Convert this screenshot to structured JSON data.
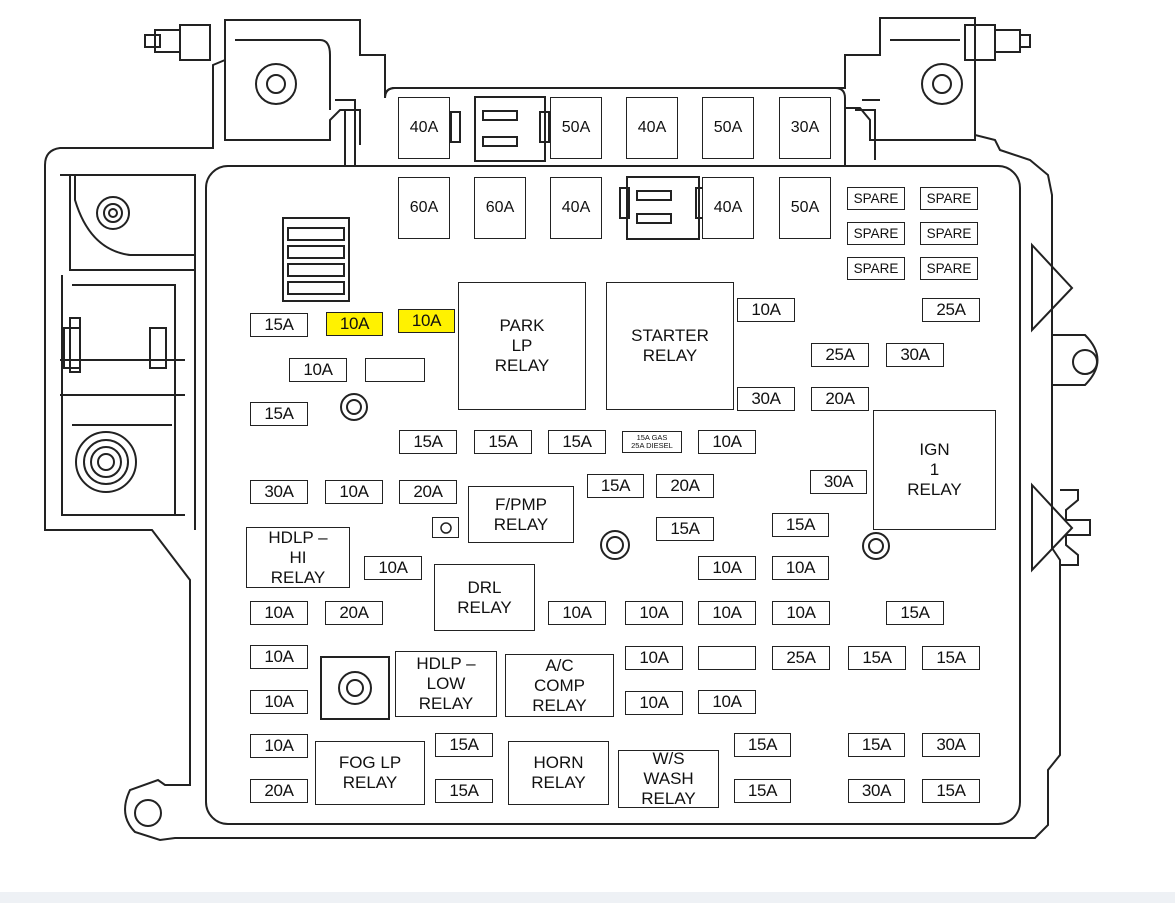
{
  "maxi_row1": [
    "40A",
    "50A",
    "40A",
    "50A",
    "30A"
  ],
  "maxi_row2": [
    "60A",
    "60A",
    "40A",
    "40A",
    "50A"
  ],
  "spares": [
    "SPARE",
    "SPARE",
    "SPARE",
    "SPARE",
    "SPARE",
    "SPARE"
  ],
  "relays": {
    "park_lp": "PARK\nLP\nRELAY",
    "starter": "STARTER\nRELAY",
    "ign1": "IGN\n1\nRELAY",
    "fpmp": "F/PMP\nRELAY",
    "hdlp_hi": "HDLP –\nHI\nRELAY",
    "drl": "DRL\nRELAY",
    "hdlp_low": "HDLP –\nLOW\nRELAY",
    "ac_comp": "A/C\nCOMP\nRELAY",
    "fog_lp": "FOG LP\nRELAY",
    "horn": "HORN\nRELAY",
    "ws_wash": "W/S\nWASH\nRELAY"
  },
  "fuse_gas_diesel": "15A GAS\n25A DIESEL",
  "highlight_color": "#fff200",
  "fuses": [
    "15A",
    "10A",
    "10A",
    "10A",
    "15A",
    "10A",
    "25A",
    "25A",
    "30A",
    "30A",
    "20A",
    "15A",
    "15A",
    "15A",
    "10A",
    "30A",
    "10A",
    "20A",
    "15A",
    "20A",
    "30A",
    "15A",
    "15A",
    "10A",
    "10A",
    "10A",
    "10A",
    "20A",
    "10A",
    "10A",
    "10A",
    "10A",
    "15A",
    "10A",
    "10A",
    "25A",
    "15A",
    "15A",
    "10A",
    "10A",
    "10A",
    "10A",
    "15A",
    "15A",
    "15A",
    "30A",
    "20A",
    "15A",
    "15A",
    "30A",
    "15A"
  ]
}
